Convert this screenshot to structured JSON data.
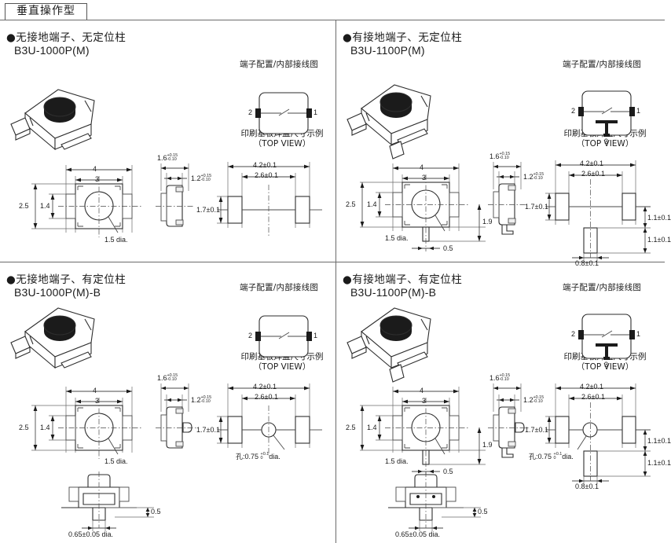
{
  "header": {
    "title": "垂直操作型"
  },
  "common": {
    "circuit_caption": "端子配置/内部接线图",
    "pad_caption_l1": "印刷基板焊盘尺寸示例",
    "pad_caption_l2": "（TOP VIEW）",
    "terminal_1": "1",
    "terminal_2": "2",
    "terminal_3": "3"
  },
  "dims": {
    "d4": "4",
    "d3": "3",
    "d25": "2.5",
    "d14": "1.4",
    "d15dia": "1.5 dia.",
    "d16": "1.6",
    "d16_plus": "+0.15",
    "d16_minus": "-0.10",
    "d12": "1.2",
    "d12_plus": "+0.15",
    "d12_minus": "-0.10",
    "d19": "1.9",
    "d05": "0.5",
    "d42": "4.2±0.1",
    "d26": "2.6±0.1",
    "d17": "1.7±0.1",
    "d11": "1.1±0.1",
    "d08": "0.8±0.1",
    "d065": "0.65±0.05 dia.",
    "hole": "孔:0.75",
    "hole_tol_plus": "+0.1",
    "hole_tol_minus": "0",
    "hole_unit": "dia."
  },
  "sections": [
    {
      "id": "q1",
      "bullet": "●无接地端子、无定位柱",
      "model": "B3U-1000P(M)",
      "ground_terminal": false,
      "locating_boss": false
    },
    {
      "id": "q2",
      "bullet": "●有接地端子、无定位柱",
      "model": "B3U-1100P(M)",
      "ground_terminal": true,
      "locating_boss": false
    },
    {
      "id": "q3",
      "bullet": "●无接地端子、有定位柱",
      "model": "B3U-1000P(M)-B",
      "ground_terminal": false,
      "locating_boss": true
    },
    {
      "id": "q4",
      "bullet": "●有接地端子、有定位柱",
      "model": "B3U-1100P(M)-B",
      "ground_terminal": true,
      "locating_boss": true
    }
  ],
  "colors": {
    "line": "#4a4a4a",
    "text": "#1b1b1b",
    "rule": "#6b6b6b",
    "button": "#1b1b1b"
  }
}
